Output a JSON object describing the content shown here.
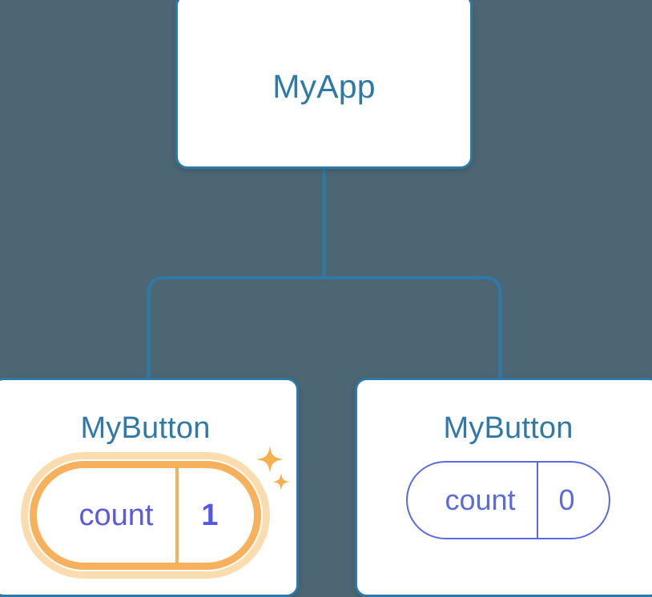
{
  "diagram": {
    "title": "component-tree",
    "background_color": "#4c6673",
    "node_border_color": "#2f79a8",
    "node_title_color": "#2f79a8",
    "connector_color": "#2f79a8",
    "state_idle_color": "#5b6bdb",
    "state_highlight_color": "#f7b05b",
    "state_highlight_glow_color": "#fbdcae",
    "state_value_highlight_color": "#5359e4"
  },
  "root": {
    "title": "MyApp"
  },
  "children": [
    {
      "title": "MyButton",
      "state": {
        "key": "count",
        "value": "1"
      },
      "highlighted": "true",
      "sparkle_icon": "sparkles-icon"
    },
    {
      "title": "MyButton",
      "state": {
        "key": "count",
        "value": "0"
      },
      "highlighted": "false"
    }
  ]
}
